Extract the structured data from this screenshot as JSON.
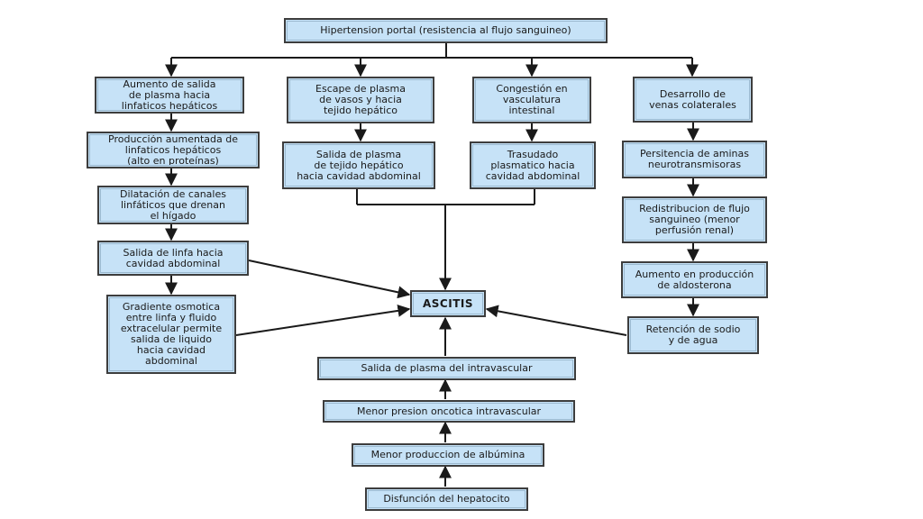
{
  "diagram": {
    "nodes": {
      "hipertension": "Hipertension portal (resistencia al flujo sanguineo)",
      "aumento_salida": "Aumento de salida\nde plasma hacia\nlinfaticos hepáticos",
      "produccion_linfa": "Producción aumentada de\nlinfaticos hepáticos\n(alto en proteínas)",
      "dilatacion": "Dilatación de canales\nlinfáticos que drenan\nel hígado",
      "salida_linfa": "Salida de linfa hacia\ncavidad abdominal",
      "gradiente": "Gradiente osmotica\nentre linfa y fluido\nextracelular permite\nsalida de liquido\nhacia cavidad\nabdominal",
      "escape_plasma": "Escape de plasma\nde vasos y hacia\ntejido hepático",
      "salida_tejido": "Salida de plasma\nde tejido hepático\nhacia cavidad abdominal",
      "congestion": "Congestión en\nvasculatura\nintestinal",
      "trasudado": "Trasudado\nplasmatico hacia\ncavidad abdominal",
      "desarrollo_venas": "Desarrollo de\nvenas colaterales",
      "persistencia": "Persitencia de aminas\nneurotransmisoras",
      "redistribucion": "Redistribucion de flujo\nsanguineo (menor\nperfusión renal)",
      "aldosterona": "Aumento en producción\nde aldosterona",
      "retencion": "Retención de sodio\ny de agua",
      "ascitis": "ASCITIS",
      "salida_intravascular": "Salida de plasma del intravascular",
      "presion_oncotica": "Menor presion oncotica intravascular",
      "albumina": "Menor produccion de albúmina",
      "disfuncion": "Disfunción del hepatocito"
    },
    "colors": {
      "box_fill": "#c6e2f7",
      "box_border": "#3d3d3d",
      "line": "#1a1a1a"
    }
  }
}
